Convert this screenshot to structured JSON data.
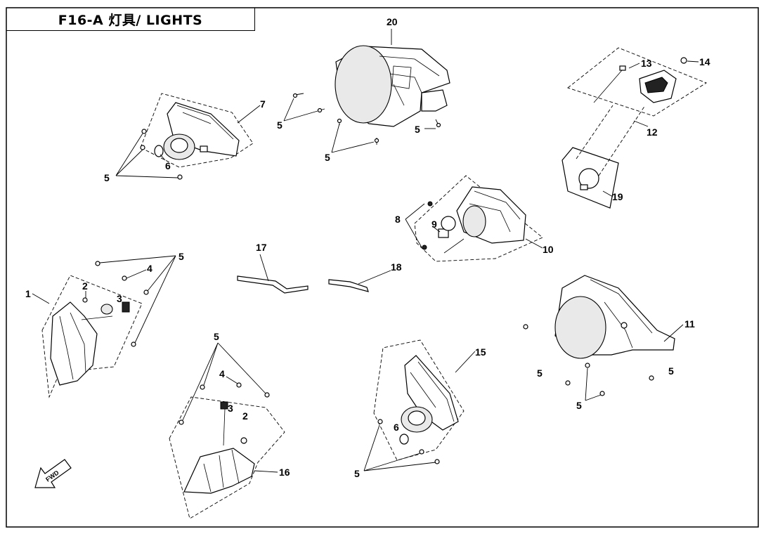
{
  "title": "F16-A 灯具/ LIGHTS",
  "labels": {
    "n1": "1",
    "n2a": "2",
    "n2b": "2",
    "n3a": "3",
    "n3b": "3",
    "n4a": "4",
    "n4b": "4",
    "n5": "5",
    "n6": "6",
    "n7": "7",
    "n8": "8",
    "n9": "9",
    "n10": "10",
    "n11": "11",
    "n12": "12",
    "n13": "13",
    "n14": "14",
    "n15": "15",
    "n16": "16",
    "n17": "17",
    "n18": "18",
    "n19": "19",
    "n20": "20"
  },
  "fwd_label": "FWD"
}
